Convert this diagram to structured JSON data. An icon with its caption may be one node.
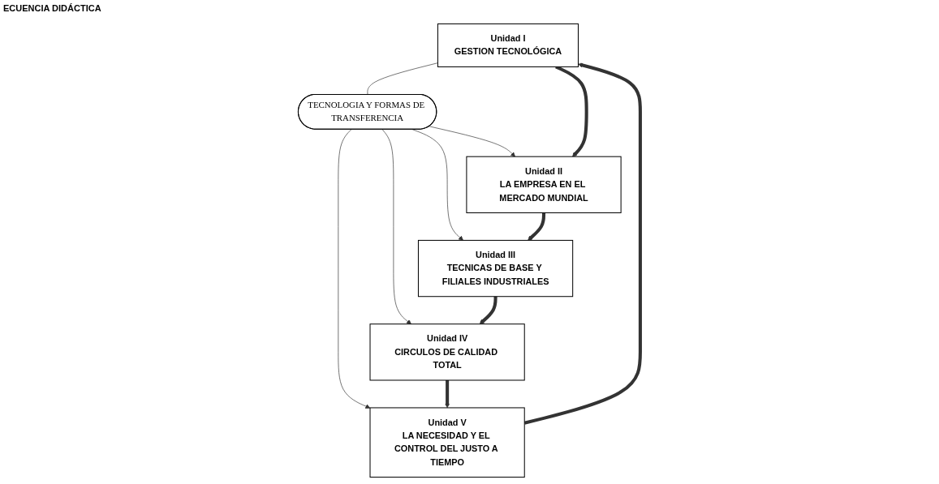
{
  "diagram": {
    "title": "ECUENCIA DIDÁCTICA",
    "nodes": [
      {
        "text": [
          "Unidad I",
          "GESTION TECNOLÓGICA"
        ]
      },
      {
        "text": [
          "Unidad V",
          "LA NECESIDAD Y EL CONTROL DEL JUSTO A TIEMPO"
        ]
      },
      {
        "text": [
          "TECNOLOGIA Y FORMAS DE TRANSFERENCIA"
        ]
      },
      {
        "text": [
          "Unidad II",
          "LA EMPRESA EN EL MERCADO MUNDIAL"
        ]
      },
      {
        "text": [
          "Unidad IV",
          "CIRCULOS DE CALIDAD TOTAL"
        ]
      },
      {
        "text": [
          "Unidad III",
          "TECNICAS DE BASE Y FILIALES INDUSTRIALES"
        ]
      }
    ],
    "edges": [
      {
        "from": 0,
        "to": 2,
        "arrow": "none"
      },
      {
        "from": 2,
        "to": 1,
        "arrow": "to"
      },
      {
        "from": 2,
        "to": 3,
        "arrow": "to"
      },
      {
        "from": 2,
        "to": 4,
        "arrow": "to"
      },
      {
        "from": 2,
        "to": 5,
        "arrow": "to"
      },
      {
        "from": 1,
        "to": 0,
        "arrow": "to",
        "style": "thick"
      },
      {
        "from": 0,
        "to": 3,
        "arrow": "to",
        "style": "thick"
      },
      {
        "from": 3,
        "to": 5,
        "arrow": "to",
        "style": "thick"
      },
      {
        "from": 5,
        "to": 4,
        "arrow": "to",
        "style": "thick"
      },
      {
        "from": 4,
        "to": 1,
        "arrow": "to",
        "style": "thick"
      }
    ]
  }
}
